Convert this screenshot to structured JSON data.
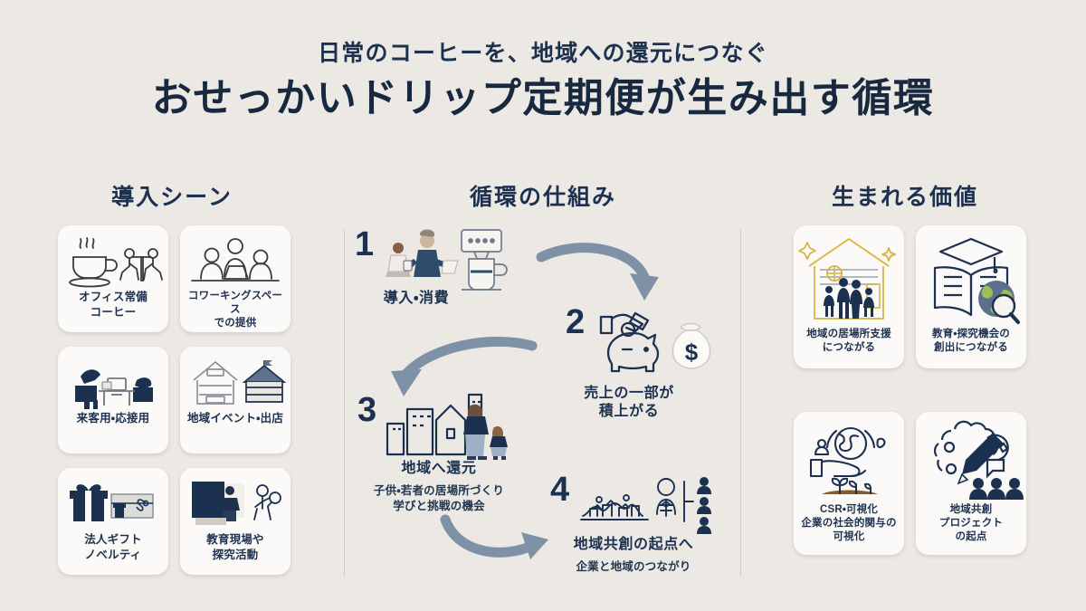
{
  "header": {
    "eyebrow": "日常のコーヒーを、地域への還元につなぐ",
    "headline": "おせっかいドリップ定期便が生み出す循環"
  },
  "colors": {
    "background": "#ece9e4",
    "card": "#fbfaf8",
    "navy": "#1c3050",
    "arrow": "#7e91a6",
    "divider": "#cfccc6",
    "accent_green": "#9cbf5a",
    "accent_gold": "#d8b340",
    "soil_brown": "#8a5a2b"
  },
  "left_column": {
    "title": "導入シーン",
    "cards": [
      {
        "icon": "coffee-cup-table-icon",
        "label_lines": [
          "オフィス常備",
          "コーヒー"
        ]
      },
      {
        "icon": "coworking-people-icon",
        "label_lines": [
          "コワーキングスペース",
          "での提供"
        ]
      },
      {
        "icon": "office-reception-icon",
        "label_lines": [
          "来客用・応接用"
        ]
      },
      {
        "icon": "local-event-booth-icon",
        "label_lines": [
          "地域イベント・出店"
        ]
      },
      {
        "icon": "gift-box-ribbon-icon",
        "label_lines": [
          "法人ギフト",
          "ノベルティ"
        ]
      },
      {
        "icon": "classroom-teacher-icon",
        "label_lines": [
          "教育現場や",
          "探究活動"
        ]
      }
    ]
  },
  "center_column": {
    "title": "循環の仕組み",
    "steps": [
      {
        "number": "1",
        "icon": "coffee-maker-people-icon",
        "title": "導入・消費",
        "sub_lines": []
      },
      {
        "number": "2",
        "icon": "piggy-bank-money-icon",
        "title": "売上の一部が\n積上がる",
        "title_lines": [
          "売上の一部が",
          "積上がる"
        ],
        "sub_lines": []
      },
      {
        "number": "3",
        "icon": "town-parent-child-icon",
        "title": "地域へ還元",
        "title_lines": [
          "地域へ還元"
        ],
        "sub_lines": [
          "子供・若者の居場所づくり",
          "学びと挑戦の機会"
        ]
      },
      {
        "number": "4",
        "icon": "community-gear-people-icon",
        "title": "地域共創の起点へ",
        "title_lines": [
          "地域共創の起点へ"
        ],
        "sub_lines": [
          "企業と地域のつながり"
        ]
      }
    ],
    "arrows": [
      {
        "name": "arrow-step1-to-step2",
        "direction": "right-down"
      },
      {
        "name": "arrow-step2-to-step3",
        "direction": "left-down"
      },
      {
        "name": "arrow-step3-to-step4",
        "direction": "right-up"
      }
    ]
  },
  "right_column": {
    "title": "生まれる価値",
    "cards": [
      {
        "icon": "family-home-icon",
        "label_lines": [
          "地域の居場所支援",
          "につながる"
        ]
      },
      {
        "icon": "graduation-book-globe-icon",
        "label_lines": [
          "教育・探究機会の",
          "創出につながる"
        ]
      },
      {
        "icon": "hand-earth-sprout-icon",
        "label_lines": [
          "CSR・可視化",
          "企業の社会的関与の",
          "可視化"
        ]
      },
      {
        "icon": "pencil-gear-people-icon",
        "label_lines": [
          "地域共創",
          "プロジェクト",
          "の起点"
        ]
      }
    ]
  }
}
